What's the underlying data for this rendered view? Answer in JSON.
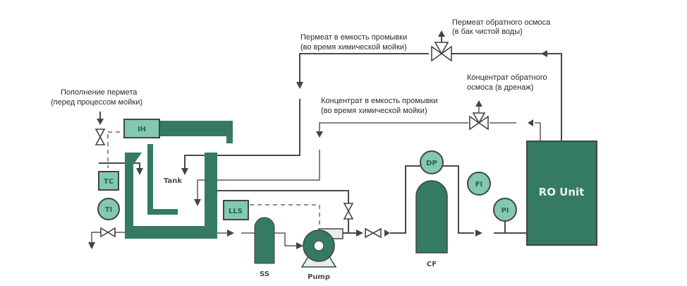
{
  "labels": {
    "permeate_to_wash_tank": [
      "Пермеат в емкость промывки",
      "(во время химической мойки)"
    ],
    "ro_permeate": [
      "Пермеат обратного осмоса",
      "(в бак чистой воды)"
    ],
    "ro_concentrate": [
      "Концентрат обратного",
      "осмоса (в дренаж)"
    ],
    "concentrate_to_wash_tank": [
      "Концентрат в емкость промывки",
      "(во время химической мойки)"
    ],
    "permeate_makeup": [
      "Пополнение пермета",
      "(перед процессом мойки)"
    ]
  },
  "instruments": {
    "ih": "IH",
    "tc": "TC",
    "ti": "TI",
    "lls": "LLS",
    "dp": "DP",
    "fi": "FI",
    "pi": "PI"
  },
  "equipment": {
    "tank": "Tank",
    "ss": "SS",
    "pump": "Pump",
    "cf": "CF",
    "ro_unit": "RO Unit"
  },
  "colors": {
    "equipment_green": "#357a63",
    "instrument_green": "#82c9b0",
    "line_gray": "#4a4a4a"
  }
}
